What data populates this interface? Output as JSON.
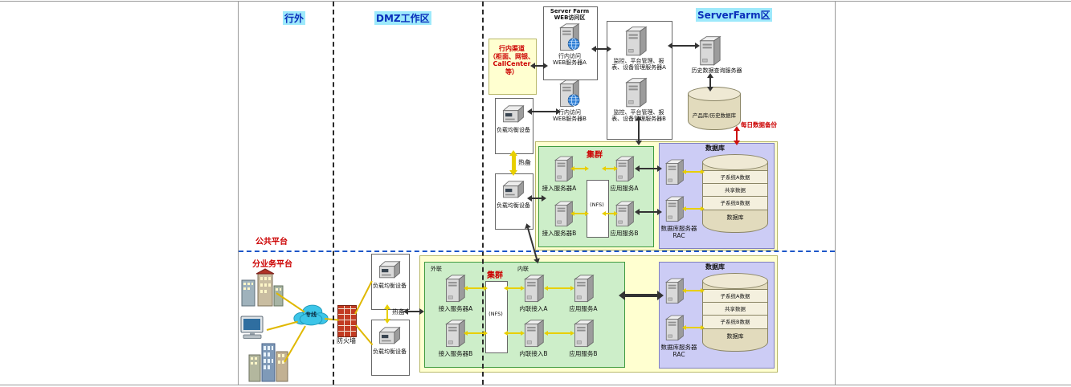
{
  "zones": {
    "outside": "行外",
    "dmz": "DMZ工作区",
    "serverfarm": "ServerFarm区"
  },
  "platforms": {
    "public": "公共平台",
    "business": "分业务平台"
  },
  "channel_box": "行内渠道\n（柜面、网银、\nCallCenter等）",
  "web_zone": {
    "title": "Server Farm\nWEB访问区",
    "server_a": "行内访问\nWEB服务器A",
    "server_b": "行内访问\nWEB服务器B"
  },
  "load_balancer": {
    "label": "负载均衡设备",
    "hot_standby": "热备"
  },
  "monitor": {
    "server_a": "监控、平台管理、报表、设备管理服务器A",
    "server_b": "监控、平台管理、报表、设备管理服务器B"
  },
  "history": {
    "server": "历史数据查询服务器",
    "database": "产品库/历史数据库",
    "daily_backup": "每日数据备份"
  },
  "cluster": {
    "label": "集群"
  },
  "database": {
    "title": "数据库",
    "rac": "数据库服务器\nRAC",
    "cylinder_rows": [
      "子系统A数据",
      "共享数据",
      "子系统B数据"
    ],
    "cylinder_label": "数据库"
  },
  "upper_cluster": {
    "access_a": "接入服务器A",
    "access_b": "接入服务器B",
    "nfs": "(NFS)",
    "app_a": "应用服务A",
    "app_b": "应用服务B"
  },
  "lower_cluster": {
    "wailian": "外联",
    "access_a": "接入服务器A",
    "access_b": "接入服务器B",
    "nfs": "(NFS)",
    "neilian": "内联",
    "nl_access_a": "内联接入A",
    "nl_access_b": "内联接入B",
    "app_a": "应用服务A",
    "app_b": "应用服务B"
  },
  "edge": {
    "leased_line": "专线",
    "firewall": "防火墙"
  },
  "colors": {
    "zone_highlight": "#9de9fb",
    "zone_text": "#0a2fbb",
    "cluster_bg": "#ffffd0",
    "green_bg": "#cdeec9",
    "purple_bg": "#ccccf5",
    "accent_red": "#cc0000",
    "arrow_yellow": "#e8cf00"
  }
}
